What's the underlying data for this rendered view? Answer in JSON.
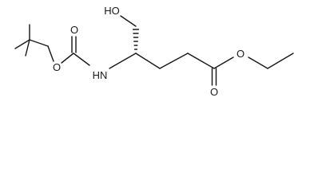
{
  "molecule": {
    "atoms": {
      "hydroxyl": "HO",
      "amide_nh": "HN",
      "carbamate_carbonyl_o": "O",
      "carbamate_ester_o": "O",
      "ester_ether_o": "O",
      "ester_carbonyl_o": "O"
    },
    "stereocenter": "hashed-wedge"
  }
}
